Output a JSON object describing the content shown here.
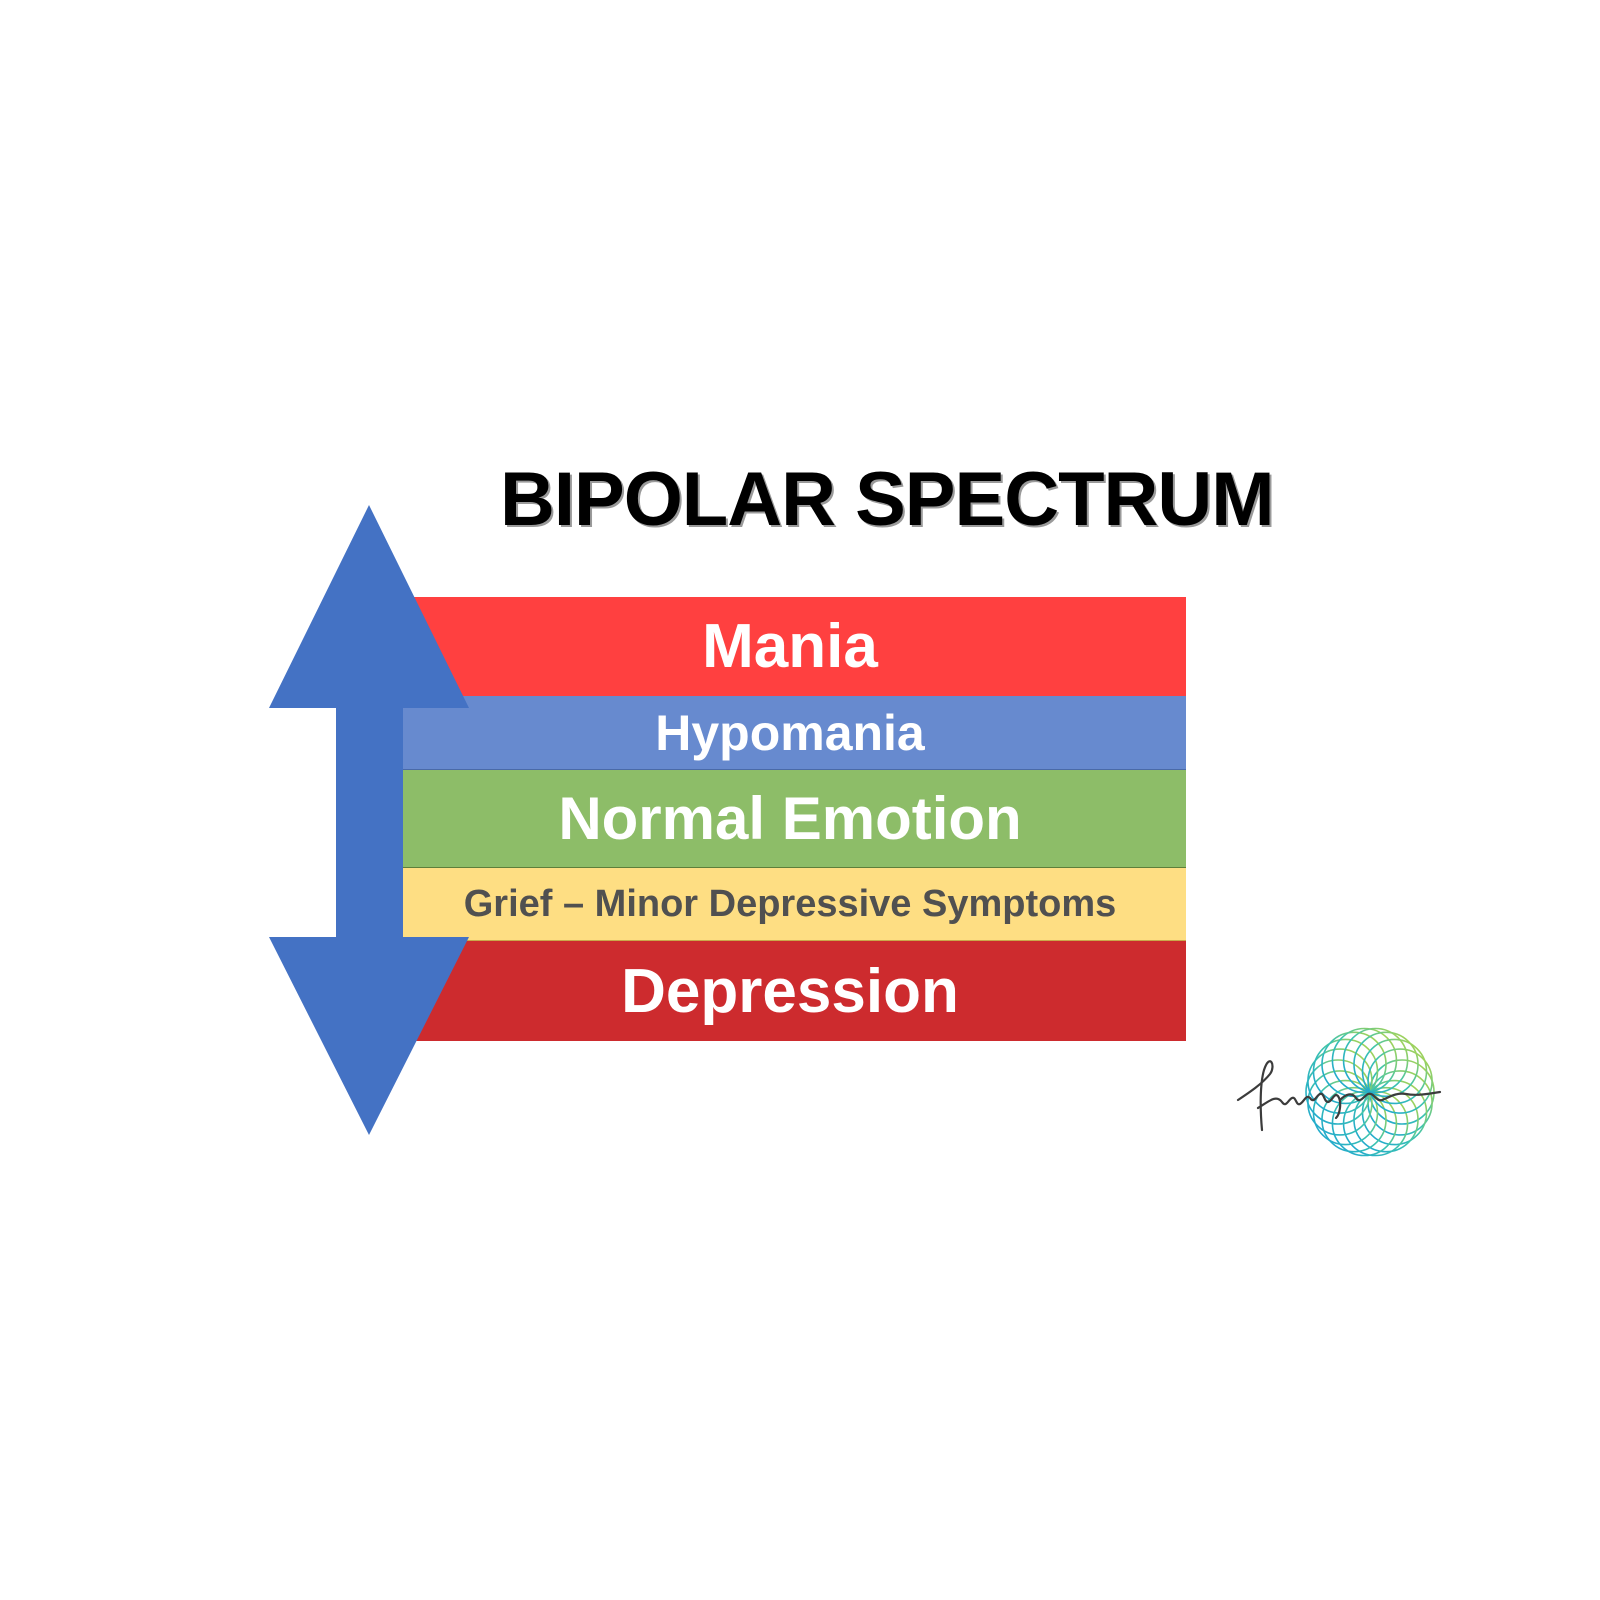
{
  "title": "BIPOLAR SPECTRUM",
  "bands": [
    {
      "label": "Mania",
      "color": "#ff4040"
    },
    {
      "label": "Hypomania",
      "color": "#678acf"
    },
    {
      "label": "Normal Emotion",
      "color": "#8dbd68"
    },
    {
      "label": "Grief – Minor Depressive Symptoms",
      "color": "#fede83"
    },
    {
      "label": "Depression",
      "color": "#cd2b2e"
    }
  ],
  "arrow": {
    "icon": "double-headed-vertical-arrow-icon",
    "color": "#4472c4"
  },
  "logo": {
    "icon": "spirograph-mandala-logo-icon",
    "signature": "Apra..."
  }
}
